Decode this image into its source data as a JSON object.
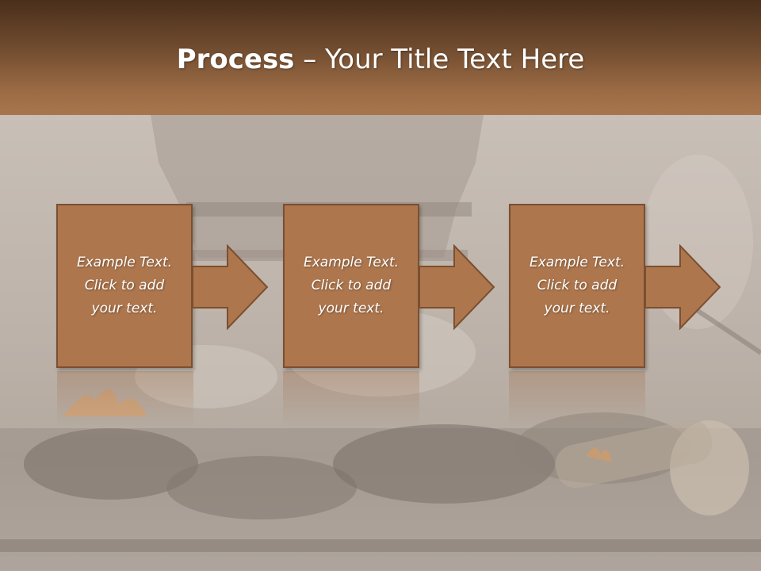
{
  "slide": {
    "title_bold": "Process",
    "title_rest": " – Your Title Text Here"
  },
  "steps": [
    {
      "text": "Example Text.\nClick  to add\nyour text."
    },
    {
      "text": "Example Text.\nClick  to add\nyour text."
    },
    {
      "text": "Example Text.\nClick  to add\nyour text."
    }
  ],
  "colors": {
    "header_top": "#4a2f1b",
    "header_bottom": "#a8754c",
    "box_fill": "#ad764d",
    "box_border": "#7b4f30",
    "text": "#ffffff"
  }
}
